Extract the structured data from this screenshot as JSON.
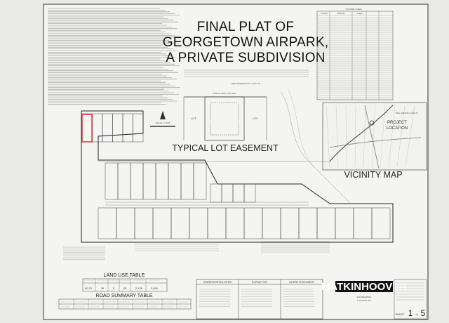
{
  "title": {
    "line1": "FINAL PLAT OF",
    "line2": "GEORGETOWN AIRPARK,",
    "line3": "A PRIVATE SUBDIVISION"
  },
  "new_residential_lots": "NEW RESIDENTIAL LOTS: 36",
  "typical_lot_easement": "TYPICAL LOT EASEMENT",
  "vicinity_map": {
    "title": "VICINITY MAP",
    "project_location_1": "PROJECT",
    "project_location_2": "LOCATION",
    "county": "WILLIAMSON COUNTY"
  },
  "labels": {
    "public_row": "PUBLIC RIGHT-OF-WAY",
    "lot": "LOT",
    "scale": "SCALE 1\"=100'"
  },
  "course_table": {
    "title": "COURSE TABLE",
    "headers": [
      "Course",
      "Bearing",
      "Length"
    ]
  },
  "land_use_table": {
    "title": "LAND USE TABLE",
    "values": [
      "60.70",
      "36",
      "5",
      "35",
      "2,425",
      "3,895"
    ]
  },
  "road_summary_table": {
    "title": "ROAD SUMMARY TABLE"
  },
  "info_boxes": {
    "owner": "OWNER/DEVELOPER",
    "surveyor": "SURVEYOR",
    "agent": "AGENT/ENGINEER"
  },
  "firm": {
    "name": "MATKINHOOVER",
    "tagline1": "ENGINEERING",
    "tagline2": "& SURVEYING"
  },
  "sheet": {
    "label": "SHEET",
    "num": "1",
    "of": "of",
    "total": "5"
  }
}
